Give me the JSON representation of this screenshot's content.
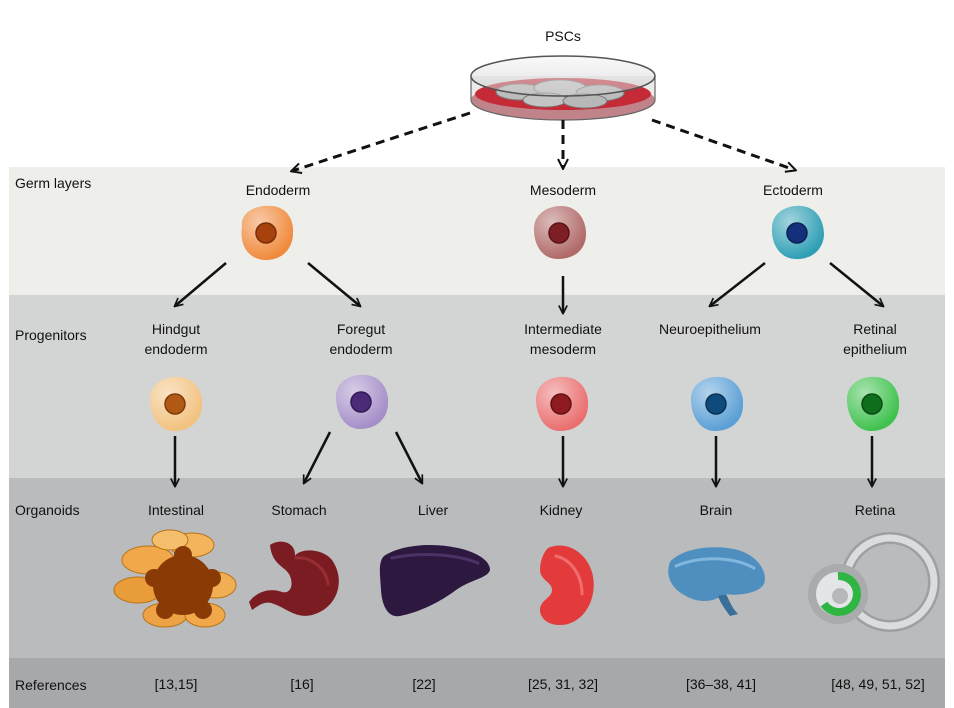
{
  "top": {
    "label": "PSCs"
  },
  "rows": {
    "germ": "Germ layers",
    "progenitors": "Progenitors",
    "organoids": "Organoids",
    "references": "References"
  },
  "germ_layers": {
    "endoderm": "Endoderm",
    "mesoderm": "Mesoderm",
    "ectoderm": "Ectoderm"
  },
  "progenitors": {
    "hindgut": "Hindgut\nendoderm",
    "foregut": "Foregut\nendoderm",
    "intermediate": "Intermediate\nmesoderm",
    "neuroepithelium": "Neuroepithelium",
    "retinal": "Retinal\nepithelium"
  },
  "organoids": {
    "intestinal": "Intestinal",
    "stomach": "Stomach",
    "liver": "Liver",
    "kidney": "Kidney",
    "brain": "Brain",
    "retina": "Retina"
  },
  "references": {
    "intestinal": "[13,15]",
    "stomach": "[16]",
    "liver": "[22]",
    "kidney": "[25, 31, 32]",
    "brain": "[36–38, 41]",
    "retina": "[48, 49, 51, 52]"
  },
  "colors": {
    "endoderm": "#f08a3c",
    "mesoderm": "#b06a68",
    "ectoderm": "#2f9fb5",
    "hindgut": "#f2c27f",
    "foregut": "#a58fc8",
    "intermediate": "#ea6e6e",
    "neuroepithelium": "#5a9fd6",
    "retinal": "#3fc24e"
  }
}
